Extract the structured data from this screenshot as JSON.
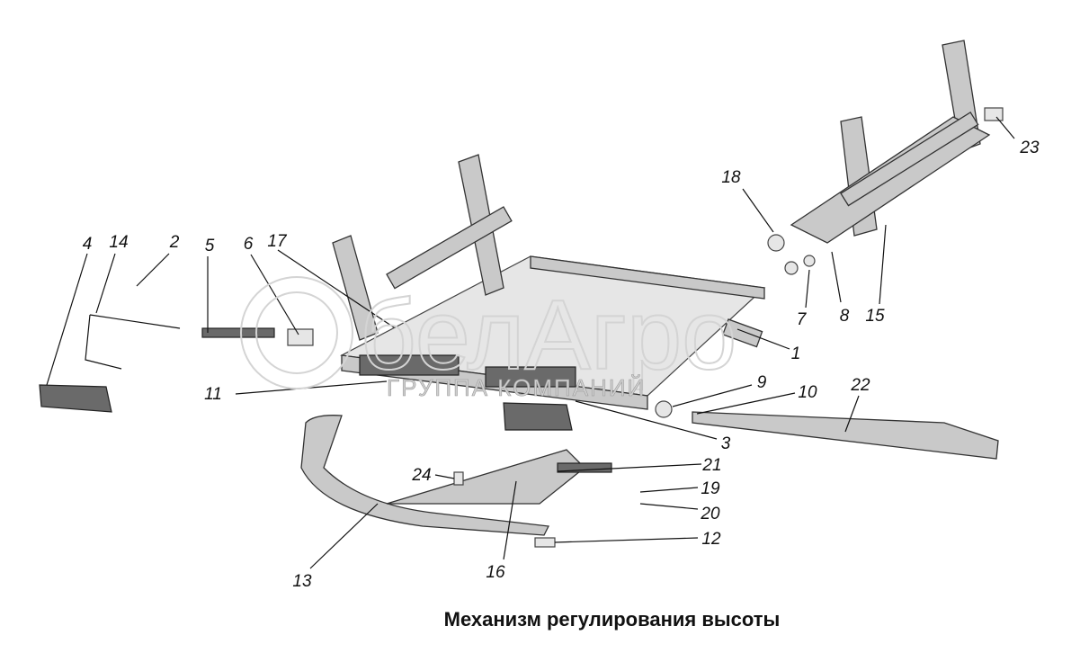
{
  "title": "Механизм регулирования высоты",
  "watermark": {
    "brand": "белАгро",
    "subtitle": "ГРУППА КОМПАНИЙ"
  },
  "callouts": [
    "1",
    "2",
    "3",
    "4",
    "5",
    "6",
    "7",
    "8",
    "9",
    "10",
    "11",
    "12",
    "13",
    "14",
    "15",
    "16",
    "17",
    "18",
    "19",
    "20",
    "21",
    "22",
    "23",
    "24"
  ]
}
